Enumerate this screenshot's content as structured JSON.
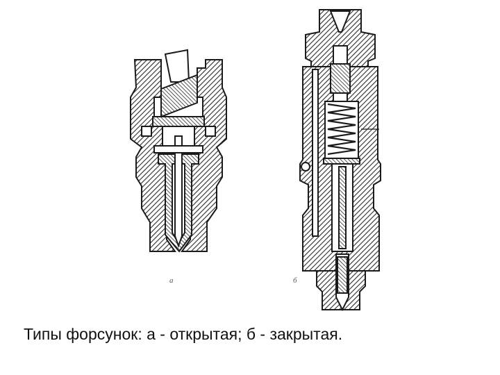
{
  "caption": "Типы форсунок: а - открытая; б - закрытая.",
  "figure": {
    "label_a": "а",
    "label_b": "б",
    "items": [
      {
        "name": "open-injector",
        "label": "а"
      },
      {
        "name": "closed-injector",
        "label": "б"
      }
    ]
  },
  "colors": {
    "ink": "#1a1a1a",
    "hatch": "#2a2a2a",
    "paper": "#ffffff",
    "text": "#111111"
  }
}
